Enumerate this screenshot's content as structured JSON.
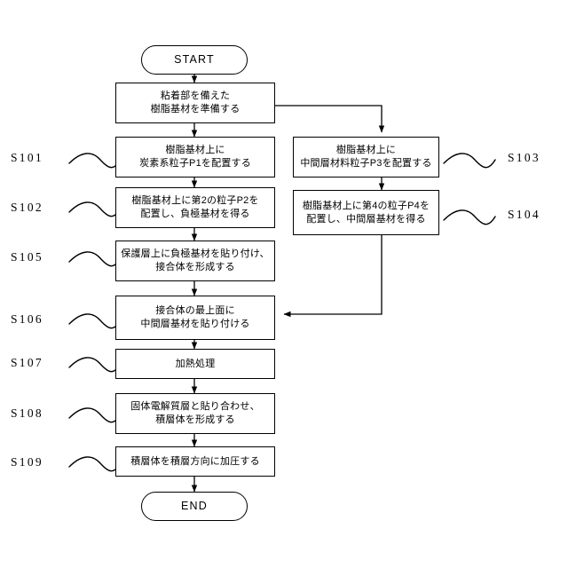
{
  "diagram": {
    "title": "Manufacturing process flowchart",
    "background_color": "#ffffff",
    "line_color": "#000000",
    "nodes": {
      "start": {
        "label": "START"
      },
      "end": {
        "label": "END"
      },
      "prepare": {
        "lines": [
          "粘着部を備えた",
          "樹脂基材を準備する"
        ]
      },
      "s101": {
        "code": "S101",
        "lines": [
          "樹脂基材上に",
          "炭素系粒子P1を配置する"
        ]
      },
      "s102": {
        "code": "S102",
        "lines": [
          "樹脂基材上に第2の粒子P2を",
          "配置し、負極基材を得る"
        ]
      },
      "s103": {
        "code": "S103",
        "lines": [
          "樹脂基材上に",
          "中間層材料粒子P3を配置する"
        ]
      },
      "s104": {
        "code": "S104",
        "lines": [
          "樹脂基材上に第4の粒子P4を",
          "配置し、中間層基材を得る"
        ]
      },
      "s105": {
        "code": "S105",
        "lines": [
          "保護層上に負極基材を貼り付け、",
          "接合体を形成する"
        ]
      },
      "s106": {
        "code": "S106",
        "lines": [
          "接合体の最上面に",
          "中間層基材を貼り付ける"
        ]
      },
      "s107": {
        "code": "S107",
        "lines": [
          "加熱処理"
        ]
      },
      "s108": {
        "code": "S108",
        "lines": [
          "固体電解質層と貼り合わせ、",
          "積層体を形成する"
        ]
      },
      "s109": {
        "code": "S109",
        "lines": [
          "積層体を積層方向に加圧する"
        ]
      }
    }
  }
}
